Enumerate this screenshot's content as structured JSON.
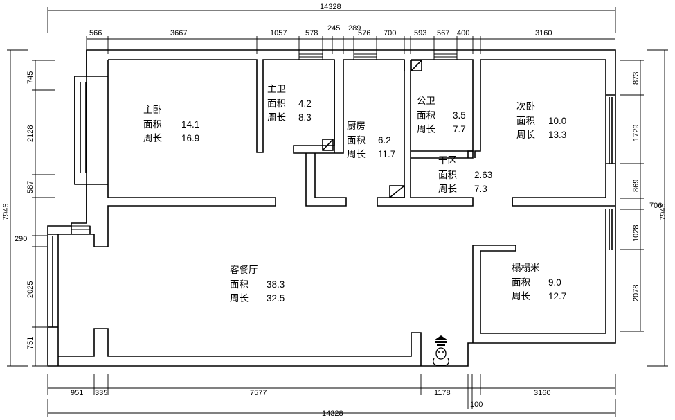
{
  "title": "",
  "rooms": [
    {
      "id": "master",
      "name": "主卧",
      "area_label": "面积",
      "area": "14.1",
      "perim_label": "周长",
      "perimeter": "16.9"
    },
    {
      "id": "master-bath",
      "name": "主卫",
      "area_label": "面积",
      "area": "4.2",
      "perim_label": "周长",
      "perimeter": "8.3"
    },
    {
      "id": "kitchen",
      "name": "厨房",
      "area_label": "面积",
      "area": "6.2",
      "perim_label": "周长",
      "perimeter": "11.7"
    },
    {
      "id": "public-bath",
      "name": "公卫",
      "area_label": "面积",
      "area": "3.5",
      "perim_label": "周长",
      "perimeter": "7.7"
    },
    {
      "id": "dry-area",
      "name": "干区",
      "area_label": "面积",
      "area": "2.63",
      "perim_label": "周长",
      "perimeter": "7.3"
    },
    {
      "id": "second-bed",
      "name": "次卧",
      "area_label": "面积",
      "area": "10.0",
      "perim_label": "周长",
      "perimeter": "13.3"
    },
    {
      "id": "living-dining",
      "name": "客餐厅",
      "area_label": "面积",
      "area": "38.3",
      "perim_label": "周长",
      "perimeter": "32.5"
    },
    {
      "id": "tatami",
      "name": "榻榻米",
      "area_label": "面积",
      "area": "9.0",
      "perim_label": "周长",
      "perimeter": "12.7"
    }
  ],
  "dims": {
    "top_total": "14328",
    "top_segments": [
      "566",
      "3667",
      "1057",
      "578",
      "245",
      "289",
      "576",
      "700",
      "593",
      "567",
      "400",
      "3160"
    ],
    "bottom_total": "14328",
    "bottom_segments": [
      "951",
      "335",
      "7577",
      "1178",
      "100",
      "3160"
    ],
    "left_total": "7946",
    "left_segments": [
      "745",
      "2128",
      "587",
      "290",
      "2025",
      "751"
    ],
    "right_total": "7946",
    "right_segments": [
      "873",
      "1729",
      "869",
      "706",
      "1028",
      "2078"
    ]
  }
}
